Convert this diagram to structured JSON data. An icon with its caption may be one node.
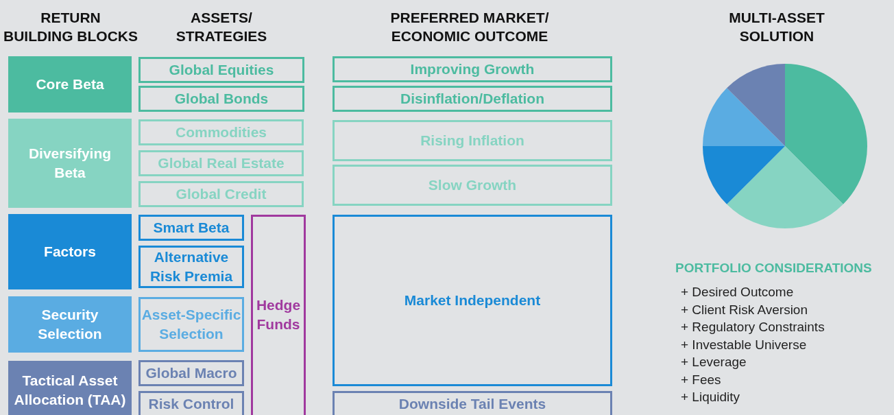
{
  "diagram": {
    "nodes": [
      {
        "text": [
          "Core Beta"
        ]
      },
      {
        "text": [
          "Global Equities"
        ]
      },
      {
        "text": [
          "Global Bonds"
        ]
      },
      {
        "text": [
          "Improving Growth"
        ]
      },
      {
        "text": [
          "Disinflation/Deflation"
        ]
      },
      {
        "text": [
          "Diversifying Beta"
        ]
      },
      {
        "text": [
          "Commodities"
        ]
      },
      {
        "text": [
          "Global Real Estate"
        ]
      },
      {
        "text": [
          "Global Credit"
        ]
      },
      {
        "text": [
          "Rising Inflation"
        ]
      },
      {
        "text": [
          "Slow Growth"
        ]
      },
      {
        "text": [
          "Factors"
        ]
      },
      {
        "text": [
          "Smart Beta"
        ]
      },
      {
        "text": [
          "Alternative Risk Premia"
        ]
      },
      {
        "text": [
          "Hedge Funds"
        ]
      },
      {
        "text": [
          "Market Independent"
        ]
      },
      {
        "text": [
          "Security Selection"
        ]
      },
      {
        "text": [
          "Asset-Specific Selection"
        ]
      },
      {
        "text": [
          "Tactical Asset Allocation (TAA)"
        ]
      },
      {
        "text": [
          "Global Macro"
        ]
      },
      {
        "text": [
          "Risk Control"
        ]
      },
      {
        "text": [
          "Downside Tail Events"
        ]
      }
    ],
    "labels": [
      "RETURN BUILDING BLOCKS",
      "ASSETS/ STRATEGIES",
      "PREFERRED MARKET/ ECONOMIC OUTCOME",
      "MULTI-ASSET SOLUTION",
      "PORTFOLIO CONSIDERATIONS",
      "+ Desired Outcome",
      "+ Client Risk Aversion",
      "+ Regulatory Constraints",
      "+ Investable Universe",
      "+ Leverage",
      "+ Fees",
      "+ Liquidity"
    ]
  }
}
